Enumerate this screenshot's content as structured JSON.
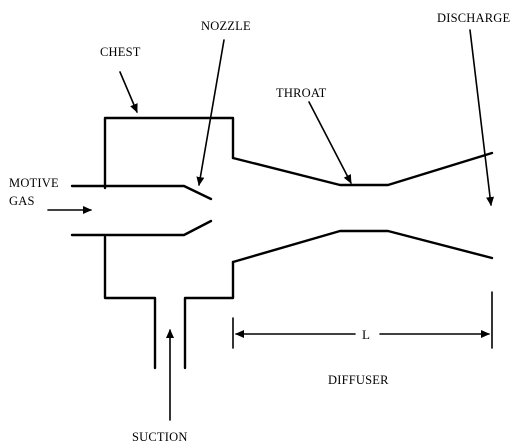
{
  "labels": {
    "chest": "CHEST",
    "nozzle": "NOZZLE",
    "discharge": "DISCHARGE",
    "throat": "THROAT",
    "motive_line1": "MOTIVE",
    "motive_line2": "GAS",
    "length": "L",
    "diffuser": "DIFFUSER",
    "suction": "SUCTION"
  },
  "colors": {
    "line": "#000000",
    "background": "#ffffff"
  }
}
